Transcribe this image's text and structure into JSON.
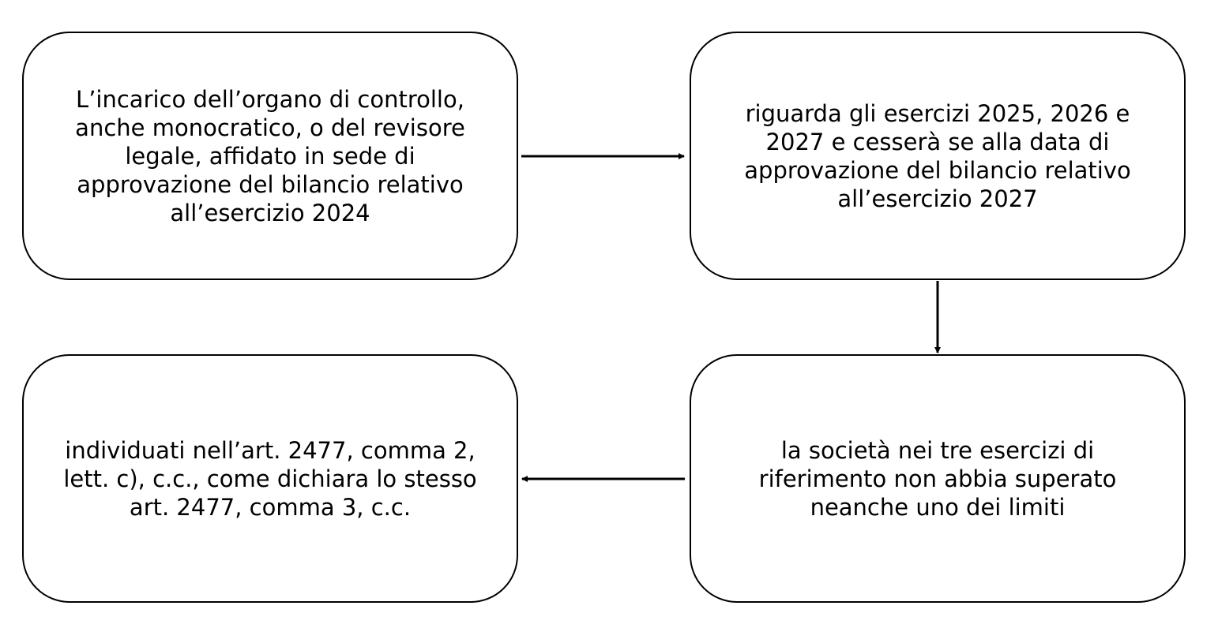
{
  "diagram": {
    "boxes": [
      {
        "id": "box-1",
        "text": "L’incarico dell’organo di controllo, anche monocratico, o del revisore legale, affidato in sede di approvazione del bilancio relativo all’esercizio 2024"
      },
      {
        "id": "box-2",
        "text": "riguarda gli esercizi 2025, 2026 e 2027 e cesserà se alla data di approvazione del bilancio relativo all’esercizio 2027"
      },
      {
        "id": "box-3",
        "text": "la società nei tre esercizi di riferimento non abbia superato neanche uno dei limiti"
      },
      {
        "id": "box-4",
        "text": "individuati nell’art. 2477, comma 2, lett. c), c.c., come dichiara lo stesso art. 2477, comma 3, c.c."
      }
    ],
    "connections": [
      {
        "from": "box-1",
        "to": "box-2"
      },
      {
        "from": "box-2",
        "to": "box-3"
      },
      {
        "from": "box-3",
        "to": "box-4"
      }
    ],
    "colors": {
      "stroke": "#000000",
      "background": "#ffffff"
    }
  }
}
